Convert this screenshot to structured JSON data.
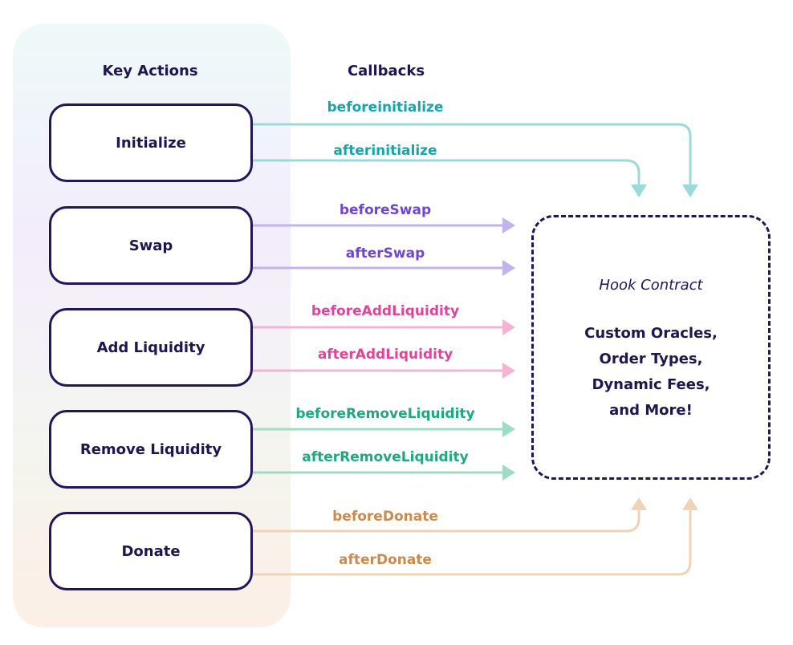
{
  "headers": {
    "key_actions": "Key Actions",
    "callbacks": "Callbacks"
  },
  "actions": [
    "Initialize",
    "Swap",
    "Add Liquidity",
    "Remove Liquidity",
    "Donate"
  ],
  "callbacks": [
    {
      "label": "beforeinitialize",
      "color": "#1aa3a8",
      "line_color": "#9adbd9"
    },
    {
      "label": "afterinitialize",
      "color": "#1aa3a8",
      "line_color": "#9adbd9"
    },
    {
      "label": "beforeSwap",
      "color": "#6f45d6",
      "line_color": "#c2b3ec"
    },
    {
      "label": "afterSwap",
      "color": "#6f45d6",
      "line_color": "#c2b3ec"
    },
    {
      "label": "beforeAddLiquidity",
      "color": "#e0439a",
      "line_color": "#f3b3d4"
    },
    {
      "label": "afterAddLiquidity",
      "color": "#e0439a",
      "line_color": "#f3b3d4"
    },
    {
      "label": "beforeRemoveLiquidity",
      "color": "#1ea880",
      "line_color": "#9fdcc3"
    },
    {
      "label": "afterRemoveLiquidity",
      "color": "#1ea880",
      "line_color": "#9fdcc3"
    },
    {
      "label": "beforeDonate",
      "color": "#cc8a4d",
      "line_color": "#efd3b9"
    },
    {
      "label": "afterDonate",
      "color": "#cc8a4d",
      "line_color": "#efd3b9"
    }
  ],
  "hook": {
    "title": "Hook Contract",
    "lines": [
      "Custom Oracles,",
      "Order Types,",
      "Dynamic Fees,",
      "and More!"
    ]
  },
  "colors": {
    "box_border": "#221559",
    "text": "#1f1550"
  }
}
